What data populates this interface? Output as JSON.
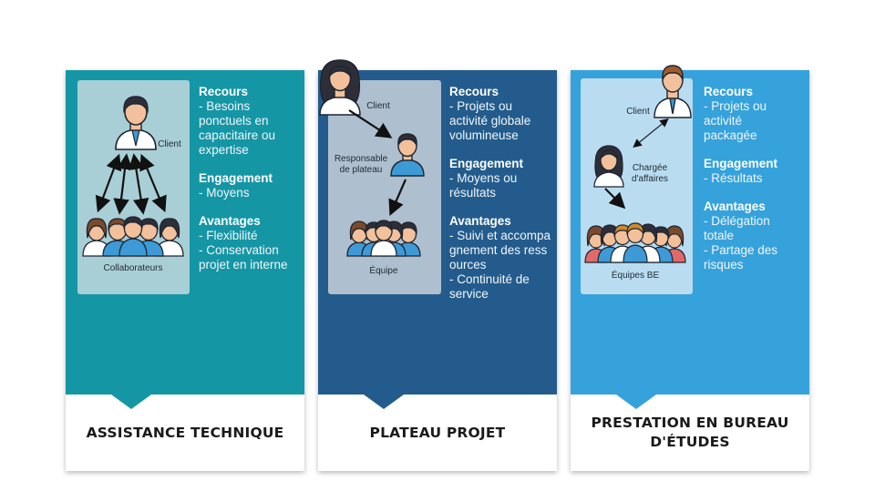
{
  "columns": [
    {
      "id": "assistance",
      "color": "#1596a5",
      "inner_color": "#a9cfd6",
      "title": "ASSISTANCE TECHNIQUE",
      "diagram": {
        "client_label": "Client",
        "team_label": "Collaborateurs"
      },
      "sections": [
        {
          "heading": "Recours",
          "items": [
            "- Besoins ponctuels en capacitaire ou expertise"
          ]
        },
        {
          "heading": "Engagement",
          "items": [
            "- Moyens"
          ]
        },
        {
          "heading": "Avantages",
          "items": [
            "- Flexibilité",
            "- Conservation projet en interne"
          ]
        }
      ]
    },
    {
      "id": "plateau",
      "color": "#235c8c",
      "inner_color": "#aebfcf",
      "title": "PLATEAU PROJET",
      "diagram": {
        "client_label": "Client",
        "manager_label": "Responsable de plateau",
        "team_label": "Équipe"
      },
      "sections": [
        {
          "heading": "Recours",
          "items": [
            "- Projets ou activité globale volumineuse"
          ]
        },
        {
          "heading": "Engagement",
          "items": [
            "- Moyens ou résultats"
          ]
        },
        {
          "heading": "Avantages",
          "items": [
            "- Suivi et accompagnement des ressources",
            "- Continuité de service"
          ]
        }
      ]
    },
    {
      "id": "bureau",
      "color": "#36a2dc",
      "inner_color": "#b9dcf0",
      "title": "PRESTATION EN BUREAU D'ÉTUDES",
      "diagram": {
        "client_label": "Client",
        "manager_label": "Chargée d'affaires",
        "team_label": "Équipes BE"
      },
      "sections": [
        {
          "heading": "Recours",
          "items": [
            "- Projets ou activité packagée"
          ]
        },
        {
          "heading": "Engagement",
          "items": [
            "- Résultats"
          ]
        },
        {
          "heading": "Avantages",
          "items": [
            "- Délégation totale",
            "- Partage des risques"
          ]
        }
      ]
    }
  ],
  "palette": {
    "skin": "#f2c09a",
    "hair_dark": "#2e2e38",
    "hair_brown": "#7a4a2c",
    "shirt_blue": "#3d9ad6",
    "shirt_white": "#ffffff",
    "outline": "#1e2530"
  }
}
